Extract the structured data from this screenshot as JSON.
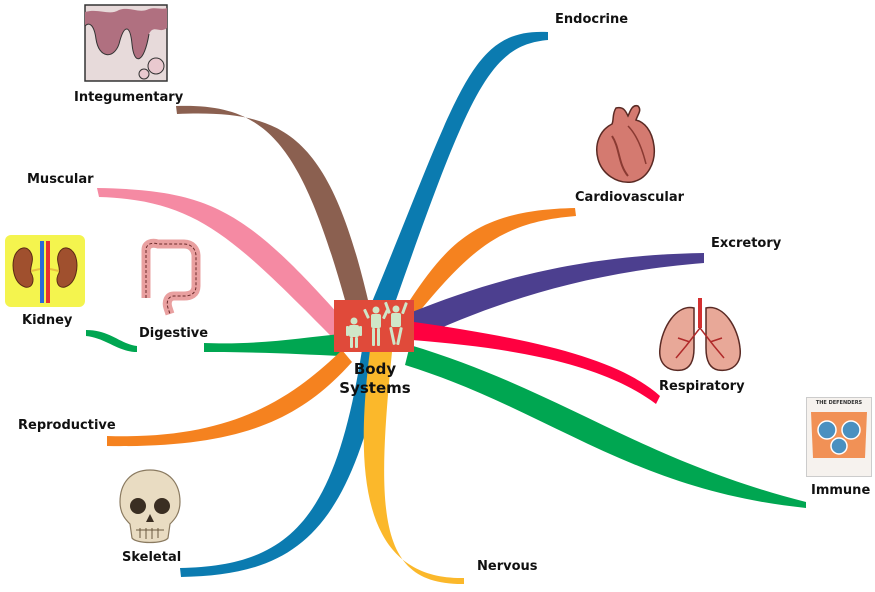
{
  "center": {
    "line1": "Body",
    "line2": "Systems",
    "box_color": "#e04a3a",
    "figure_color": "#cfe6c8"
  },
  "branches": [
    {
      "key": "endocrine",
      "label": "Endocrine",
      "color": "#0b7bb0"
    },
    {
      "key": "integumentary",
      "label": "Integumentary",
      "color": "#8b6050"
    },
    {
      "key": "muscular",
      "label": "Muscular",
      "color": "#f58aa3"
    },
    {
      "key": "cardiovascular",
      "label": "Cardiovascular",
      "color": "#f5821f"
    },
    {
      "key": "excretory",
      "label": "Excretory",
      "color": "#4c3f8f"
    },
    {
      "key": "kidney",
      "label": "Kidney",
      "color": "#00a651"
    },
    {
      "key": "digestive",
      "label": "Digestive",
      "color": "#00a651"
    },
    {
      "key": "respiratory",
      "label": "Respiratory",
      "color": "#ff0040"
    },
    {
      "key": "reproductive",
      "label": "Reproductive",
      "color": "#f5821f"
    },
    {
      "key": "immune",
      "label": "Immune",
      "color": "#00a651"
    },
    {
      "key": "skeletal",
      "label": "Skeletal",
      "color": "#0b7bb0"
    },
    {
      "key": "nervous",
      "label": "Nervous",
      "color": "#fbb82b"
    }
  ],
  "illustrations": {
    "defenders_title": "THE DEFENDERS"
  }
}
